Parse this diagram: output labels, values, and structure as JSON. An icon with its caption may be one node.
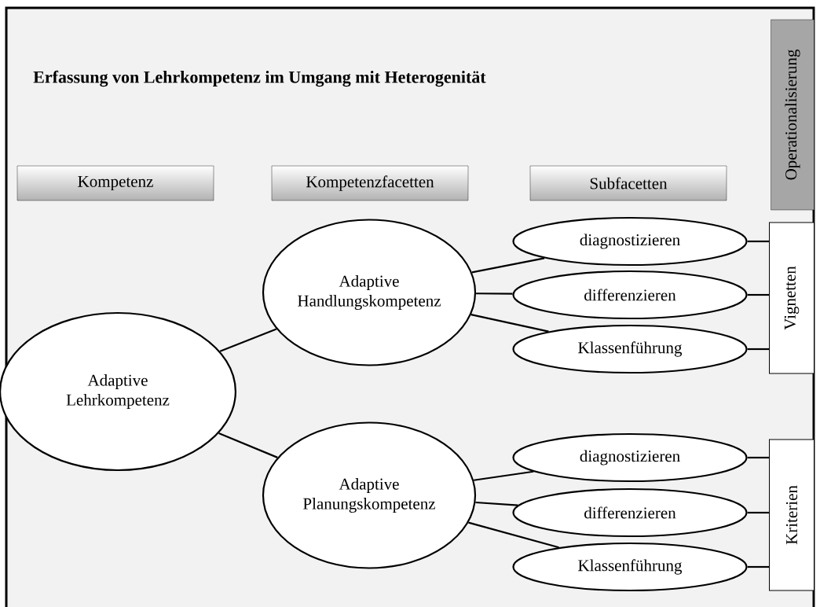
{
  "diagram": {
    "title": "Erfassung von Lehrkompetenz im Umgang mit Heterogenität",
    "nodes": [
      {
        "text": [
          "Kompetenz"
        ]
      },
      {
        "text": [
          "Kompetenzfacetten"
        ]
      },
      {
        "text": [
          "Subfacetten"
        ]
      },
      {
        "text": [
          "Operationalisierung"
        ]
      },
      {
        "text": [
          "Adaptive Lehrkompetenz"
        ]
      },
      {
        "text": [
          "Adaptive Handlungskompetenz"
        ]
      },
      {
        "text": [
          "Adaptive Planungskompetenz"
        ]
      },
      {
        "text": [
          "diagnostizieren"
        ]
      },
      {
        "text": [
          "differenzieren"
        ]
      },
      {
        "text": [
          "Klassenführung"
        ]
      },
      {
        "text": [
          "Vignetten"
        ]
      },
      {
        "text": [
          "diagnostizieren"
        ]
      },
      {
        "text": [
          "differenzieren"
        ]
      },
      {
        "text": [
          "Klassenführung"
        ]
      },
      {
        "text": [
          "Kriterien"
        ]
      }
    ],
    "edges": [
      {
        "from": 4,
        "to": 5,
        "arrow": "none"
      },
      {
        "from": 4,
        "to": 6,
        "arrow": "none"
      },
      {
        "from": 5,
        "to": 7,
        "arrow": "none"
      },
      {
        "from": 5,
        "to": 8,
        "arrow": "none"
      },
      {
        "from": 5,
        "to": 9,
        "arrow": "none"
      },
      {
        "from": 7,
        "to": 10,
        "arrow": "none"
      },
      {
        "from": 8,
        "to": 10,
        "arrow": "none"
      },
      {
        "from": 9,
        "to": 10,
        "arrow": "none"
      },
      {
        "from": 6,
        "to": 11,
        "arrow": "none"
      },
      {
        "from": 6,
        "to": 12,
        "arrow": "none"
      },
      {
        "from": 6,
        "to": 13,
        "arrow": "none"
      },
      {
        "from": 11,
        "to": 14,
        "arrow": "none"
      },
      {
        "from": 12,
        "to": 14,
        "arrow": "none"
      },
      {
        "from": 13,
        "to": 14,
        "arrow": "none"
      }
    ]
  }
}
